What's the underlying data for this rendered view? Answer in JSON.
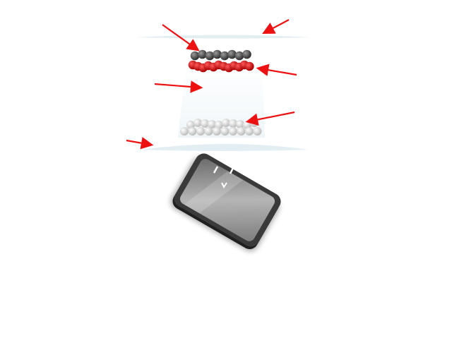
{
  "colors": {
    "arrow": "#ee1111",
    "dark_sphere": "#4a4a4a",
    "red_sphere": "#dd0000",
    "white_sphere": "#f2f2f2",
    "plate": "#e6f1f5",
    "device_body": "#2b2b2b",
    "device_screen": "#9a9a9a"
  },
  "layers": {
    "dark_sphere_count": 8,
    "red_sphere_count": 12,
    "white_sphere_count": 20
  },
  "arrow_count": 6
}
